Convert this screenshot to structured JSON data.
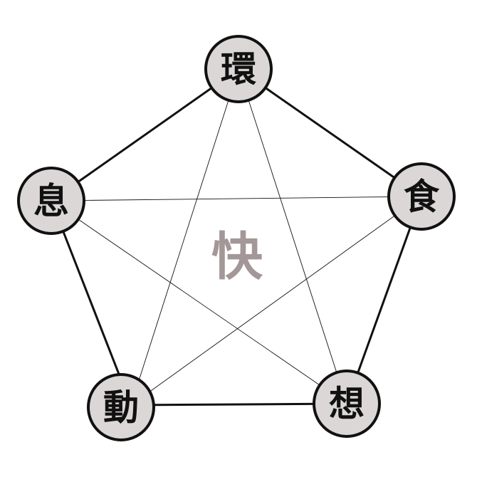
{
  "diagram": {
    "center": {
      "label": "快"
    },
    "nodes": [
      {
        "id": "kankyo",
        "label": "環"
      },
      {
        "id": "shoku",
        "label": "食"
      },
      {
        "id": "so",
        "label": "想"
      },
      {
        "id": "do",
        "label": "動"
      },
      {
        "id": "soku",
        "label": "息"
      }
    ],
    "colors": {
      "node_fill": "#dcd7d7",
      "node_stroke": "#111111",
      "center_text": "#a39797",
      "line": "#111111"
    }
  }
}
